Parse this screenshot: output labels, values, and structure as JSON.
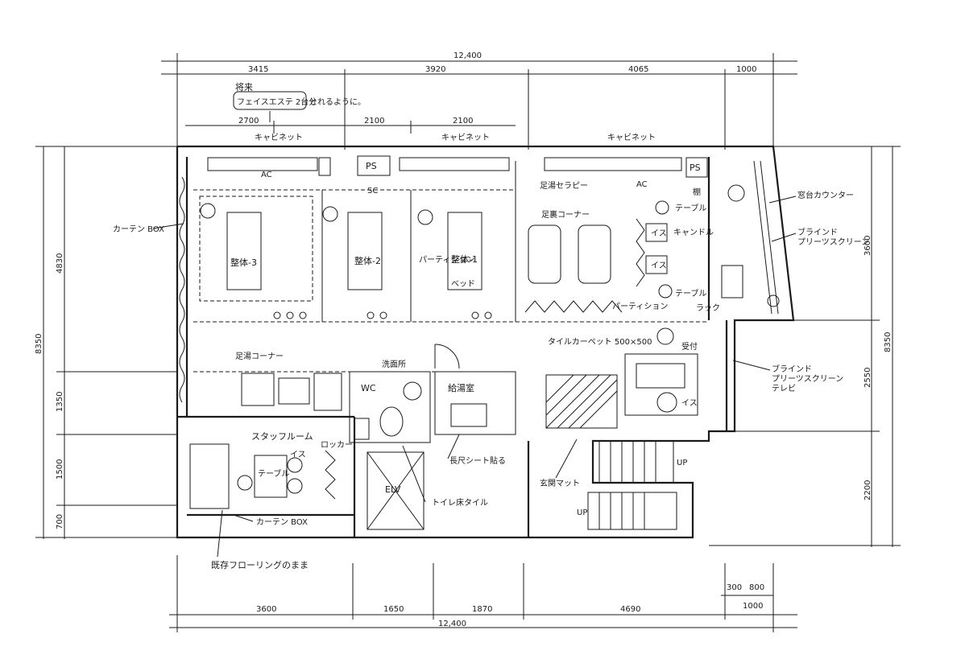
{
  "dimensions": {
    "overall_top": "12,400",
    "overall_bottom": "12,400",
    "top_segments": [
      "3415",
      "3920",
      "4065",
      "1000"
    ],
    "top_sub": [
      "2700",
      "2100",
      "2100"
    ],
    "bottom_segments": [
      "3600",
      "1650",
      "1870",
      "4690",
      "1000"
    ],
    "bottom_small": [
      "300",
      "800"
    ],
    "left_total": "8350",
    "left_segments": [
      "4830",
      "1350",
      "1500",
      "700"
    ],
    "right_total": "8350",
    "right_segments": [
      "3600",
      "2550",
      "2200"
    ]
  },
  "note": {
    "line1": "将来",
    "line2": "フェイスエステ 2台分",
    "line3": "とれるように。"
  },
  "labels": {
    "cabinet_1": "キャビネット",
    "cabinet_2": "キャビネット",
    "cabinet_3": "キャビネット",
    "ps_1": "PS",
    "ps_2": "PS",
    "ac_1": "AC",
    "ac_2": "AC",
    "sc": "SC",
    "curtain_left": "カーテン BOX",
    "seitai_3": "整体-3",
    "seitai_2": "整体-2",
    "seitai_1": "整体-1",
    "partition_1": "パーティション",
    "bed": "ベッド",
    "foot_corner": "足裏コーナー",
    "partition_2": "パーティション",
    "foot_room": "足湯セラピー",
    "chair_1": "イス",
    "chair_2": "イス",
    "table_1": "テーブル",
    "table_2": "テーブル",
    "candle": "キャンドル",
    "window_board": "窓台カウンター",
    "blind_1": "ブラインド\nプリーツスクリーン",
    "blind_2": "ブラインド\nプリーツスクリーン\nテレビ",
    "carpet": "タイルカーペット 500×500",
    "reception": "受付",
    "chair_reception": "イス",
    "foot_bath": "足湯コーナー",
    "washroom": "洗面所",
    "wc": "WC",
    "kitchen": "給湯室",
    "staff_room": "スタッフルーム",
    "staff_table": "テーブル",
    "staff_chair": "イス",
    "locker": "ロッカー",
    "curtain_bottom": "カーテン BOX",
    "existing_floor": "既存フローリングのまま",
    "tile_note": "トイレ床タイル",
    "sheet_note": "長尺シート貼る",
    "mat_note": "玄関マット",
    "elv": "ELV",
    "up_1": "UP",
    "up_2": "UP",
    "shelf": "棚",
    "rack": "ラック"
  }
}
